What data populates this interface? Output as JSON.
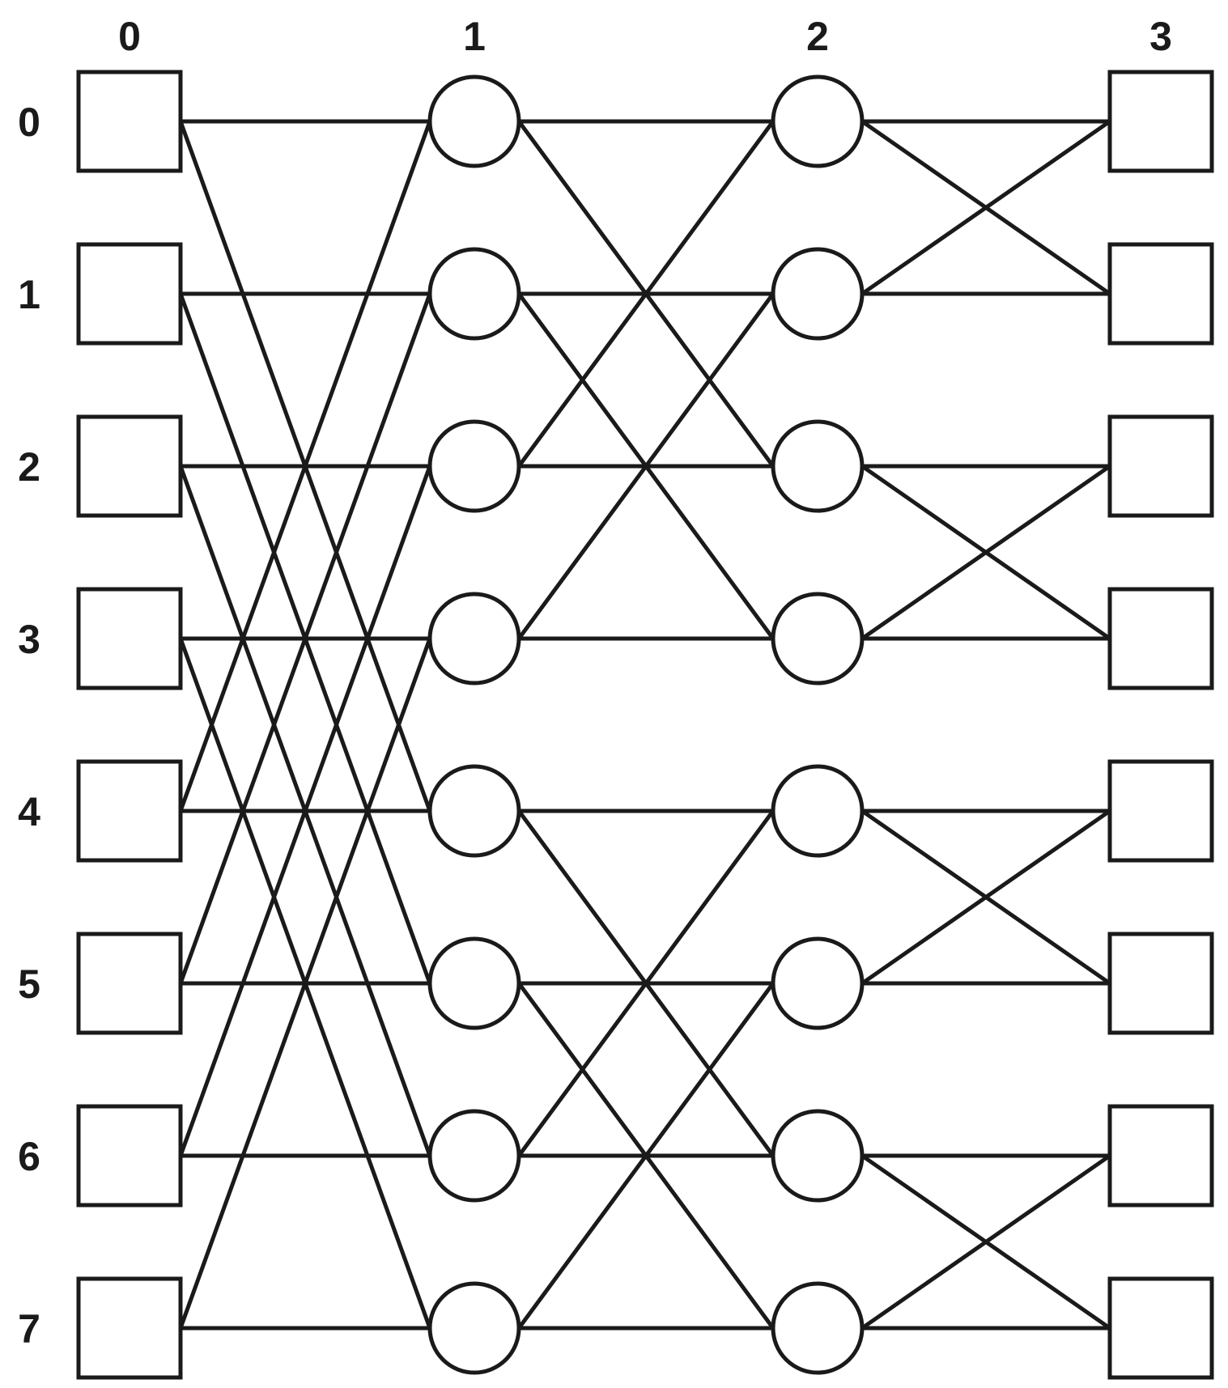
{
  "colors": {
    "stroke": "#1a1a1a",
    "background": "#ffffff"
  },
  "stage_labels": [
    "0",
    "1",
    "2",
    "3"
  ],
  "row_labels": [
    "0",
    "1",
    "2",
    "3",
    "4",
    "5",
    "6",
    "7"
  ],
  "stage_shapes": [
    "square",
    "circle",
    "circle",
    "square"
  ],
  "connections": [
    [
      [
        0,
        0
      ],
      [
        0,
        4
      ],
      [
        1,
        1
      ],
      [
        1,
        5
      ],
      [
        2,
        2
      ],
      [
        2,
        6
      ],
      [
        3,
        3
      ],
      [
        3,
        7
      ],
      [
        4,
        0
      ],
      [
        4,
        4
      ],
      [
        5,
        1
      ],
      [
        5,
        5
      ],
      [
        6,
        2
      ],
      [
        6,
        6
      ],
      [
        7,
        3
      ],
      [
        7,
        7
      ]
    ],
    [
      [
        0,
        0
      ],
      [
        0,
        2
      ],
      [
        1,
        1
      ],
      [
        1,
        3
      ],
      [
        2,
        0
      ],
      [
        2,
        2
      ],
      [
        3,
        1
      ],
      [
        3,
        3
      ],
      [
        4,
        4
      ],
      [
        4,
        6
      ],
      [
        5,
        5
      ],
      [
        5,
        7
      ],
      [
        6,
        4
      ],
      [
        6,
        6
      ],
      [
        7,
        5
      ],
      [
        7,
        7
      ]
    ],
    [
      [
        0,
        0
      ],
      [
        0,
        1
      ],
      [
        1,
        0
      ],
      [
        1,
        1
      ],
      [
        2,
        2
      ],
      [
        2,
        3
      ],
      [
        3,
        2
      ],
      [
        3,
        3
      ],
      [
        4,
        4
      ],
      [
        4,
        5
      ],
      [
        5,
        4
      ],
      [
        5,
        5
      ],
      [
        6,
        6
      ],
      [
        6,
        7
      ],
      [
        7,
        6
      ],
      [
        7,
        7
      ]
    ]
  ]
}
